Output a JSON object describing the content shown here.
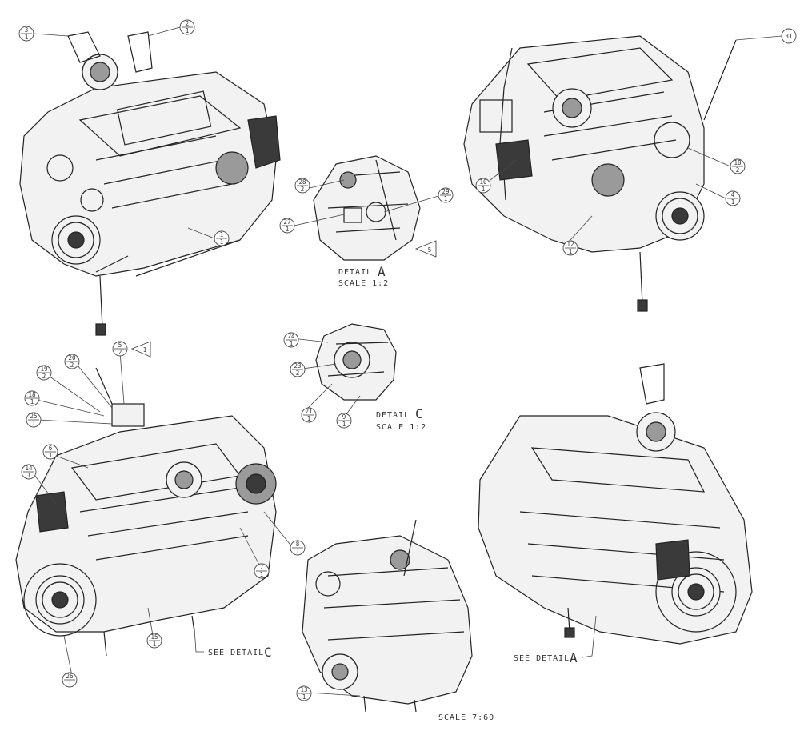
{
  "balloons": [
    {
      "id": "3",
      "qty": "1"
    },
    {
      "id": "2",
      "qty": "1"
    },
    {
      "id": "1",
      "qty": "1"
    },
    {
      "id": "31",
      "qty": ""
    },
    {
      "id": "18",
      "qty": "2"
    },
    {
      "id": "4",
      "qty": "1"
    },
    {
      "id": "10",
      "qty": "1"
    },
    {
      "id": "12",
      "qty": "1"
    },
    {
      "id": "28",
      "qty": "2"
    },
    {
      "id": "29",
      "qty": "1"
    },
    {
      "id": "27",
      "qty": "1"
    },
    {
      "id": "24",
      "qty": "1"
    },
    {
      "id": "23",
      "qty": "2"
    },
    {
      "id": "21",
      "qty": "1"
    },
    {
      "id": "9",
      "qty": "1"
    },
    {
      "id": "20",
      "qty": "2"
    },
    {
      "id": "19",
      "qty": "2"
    },
    {
      "id": "18",
      "qty": "1"
    },
    {
      "id": "25",
      "qty": "1"
    },
    {
      "id": "5",
      "qty": "2"
    },
    {
      "id": "6",
      "qty": "1"
    },
    {
      "id": "14",
      "qty": "1"
    },
    {
      "id": "7",
      "qty": "1"
    },
    {
      "id": "8",
      "qty": "1"
    },
    {
      "id": "15",
      "qty": "1"
    },
    {
      "id": "26",
      "qty": "1"
    },
    {
      "id": "13",
      "qty": "1"
    }
  ],
  "flags": {
    "flag_a": "5",
    "flag_b": "1"
  },
  "details": {
    "detail_a_label": "DETAIL",
    "detail_a_letter": "A",
    "detail_a_scale": "SCALE  1:2",
    "detail_c_label": "DETAIL",
    "detail_c_letter": "C",
    "detail_c_scale": "SCALE  1:2",
    "see_detail_c": "SEE DETAIL",
    "see_detail_c_letter": "C",
    "see_detail_a": "SEE DETAIL",
    "see_detail_a_letter": "A",
    "main_scale": "SCALE  7:60"
  }
}
